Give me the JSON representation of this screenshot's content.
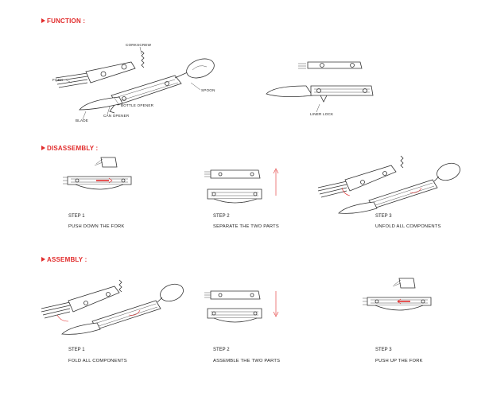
{
  "sections": {
    "function": "FUNCTION :",
    "disassembly": "DISASSEMBLY :",
    "assembly": "ASSEMBLY :"
  },
  "function_labels": {
    "corkscrew": "CORKSCREW",
    "fork": "FORK",
    "spoon": "SPOON",
    "bottle_opener": "BOTTLE OPENER",
    "can_opener": "CAN OPENER",
    "blade": "BLADE",
    "liner_lock": "LINER LOCK"
  },
  "disassembly_steps": [
    {
      "num": "STEP 1",
      "caption": "PUSH DOWN THE FORK"
    },
    {
      "num": "STEP 2",
      "caption": "SEPARATE THE TWO PARTS"
    },
    {
      "num": "STEP 3",
      "caption": "UNFOLD ALL COMPONENTS"
    }
  ],
  "assembly_steps": [
    {
      "num": "STEP 1",
      "caption": "FOLD ALL COMPONENTS"
    },
    {
      "num": "STEP 2",
      "caption": "ASSEMBLE THE TWO PARTS"
    },
    {
      "num": "STEP 3",
      "caption": "PUSH UP THE FORK"
    }
  ],
  "colors": {
    "accent": "#e12b2b",
    "line": "#333333"
  }
}
